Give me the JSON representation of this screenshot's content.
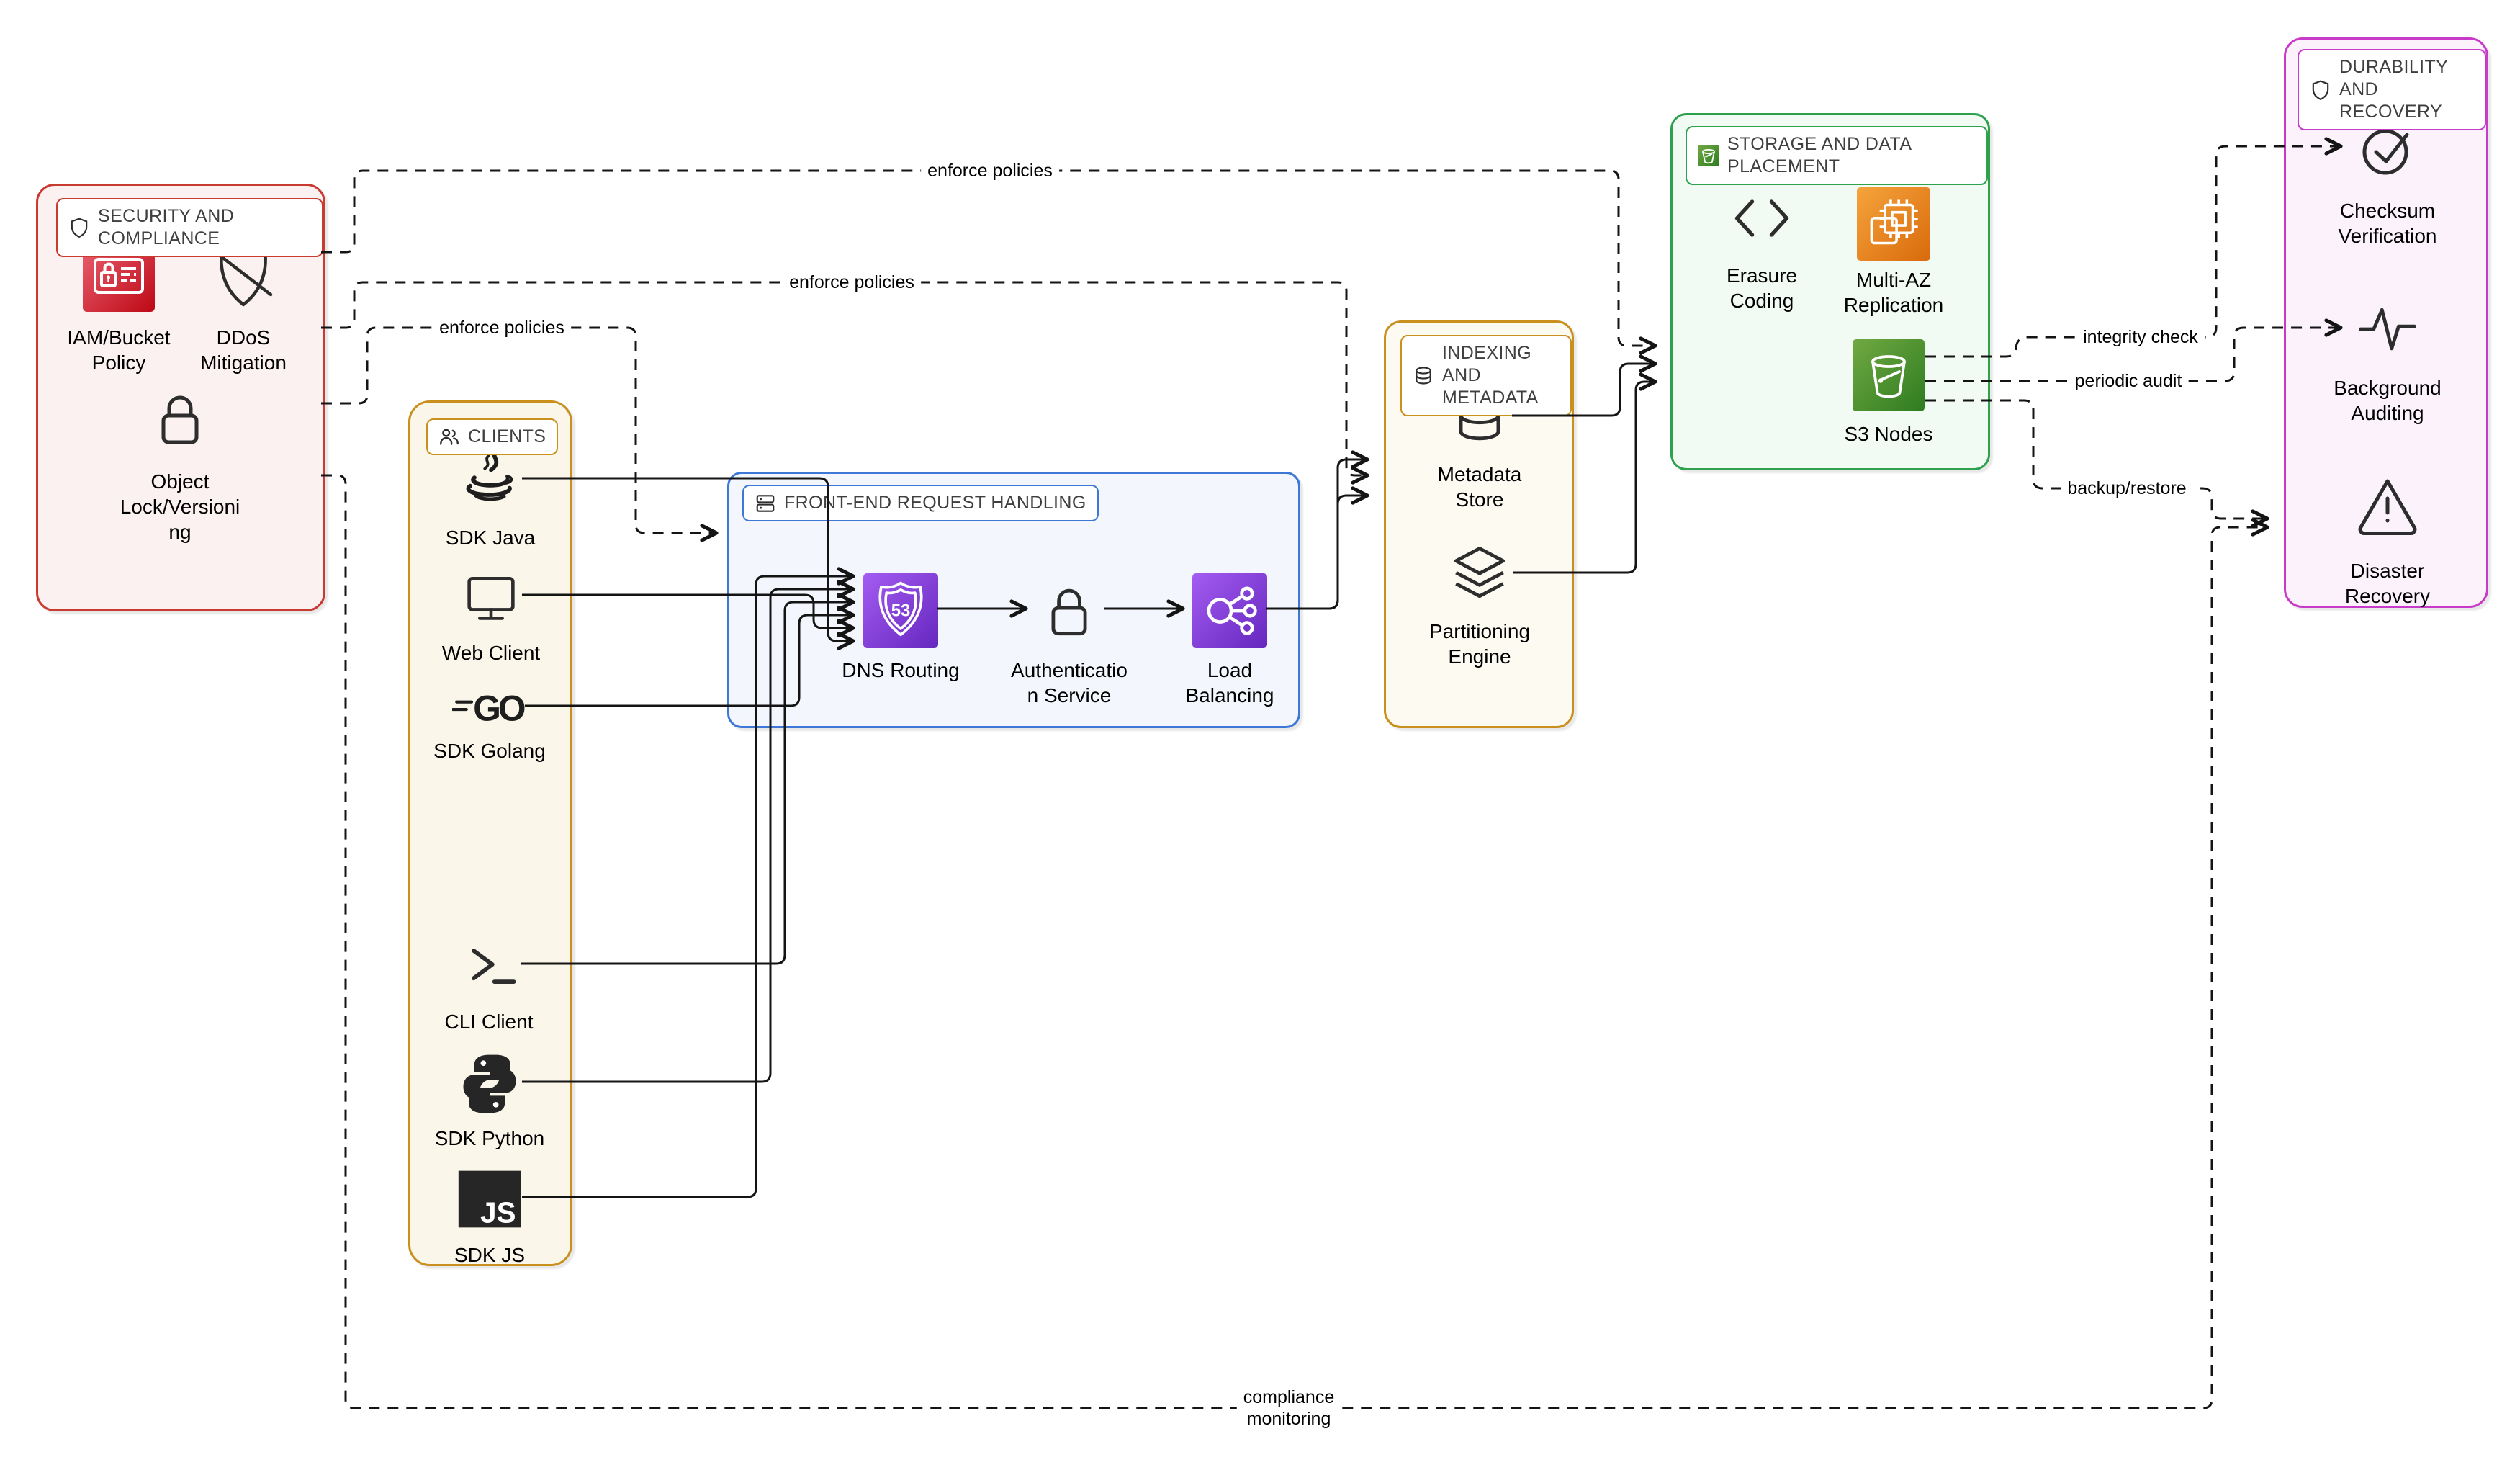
{
  "canvas": {
    "background": "#FFFFFF"
  },
  "groups": [
    {
      "id": "security",
      "title": "SECURITY AND COMPLIANCE",
      "icon": "shield-icon",
      "border_color": "#C93A31",
      "fill_color": "#FBF1F0",
      "items": [
        {
          "id": "iam",
          "label": "IAM/Bucket\nPolicy",
          "icon": "iam-policy-icon"
        },
        {
          "id": "ddos",
          "label": "DDoS\nMitigation",
          "icon": "ddos-shield-icon"
        },
        {
          "id": "objectlock",
          "label": "Object\nLock/Versioni\nng",
          "icon": "lock-icon"
        }
      ]
    },
    {
      "id": "clients",
      "title": "CLIENTS",
      "icon": "users-icon",
      "border_color": "#C9901E",
      "fill_color": "#FBF6EA",
      "items": [
        {
          "id": "java",
          "label": "SDK Java",
          "icon": "java-icon"
        },
        {
          "id": "web",
          "label": "Web Client",
          "icon": "monitor-icon"
        },
        {
          "id": "golang",
          "label": "SDK Golang",
          "icon": "go-icon"
        },
        {
          "id": "cli",
          "label": "CLI Client",
          "icon": "terminal-icon"
        },
        {
          "id": "python",
          "label": "SDK Python",
          "icon": "python-icon"
        },
        {
          "id": "js",
          "label": "SDK JS",
          "icon": "js-icon"
        }
      ]
    },
    {
      "id": "frontend",
      "title": "FRONT-END REQUEST HANDLING",
      "icon": "servers-icon",
      "border_color": "#3D78D7",
      "fill_color": "#F3F6FC",
      "items": [
        {
          "id": "dns",
          "label": "DNS Routing",
          "icon": "route53-icon"
        },
        {
          "id": "auth",
          "label": "Authenticatio\nn Service",
          "icon": "lock-icon"
        },
        {
          "id": "lb",
          "label": "Load\nBalancing",
          "icon": "elb-icon"
        }
      ]
    },
    {
      "id": "indexing",
      "title": "INDEXING AND METADATA",
      "icon": "database-icon",
      "border_color": "#C9901E",
      "fill_color": "#FDFAF2",
      "items": [
        {
          "id": "metadata",
          "label": "Metadata\nStore",
          "icon": "database-cylinder-icon"
        },
        {
          "id": "partitioning",
          "label": "Partitioning\nEngine",
          "icon": "layers-icon"
        }
      ]
    },
    {
      "id": "storage",
      "title": "STORAGE AND DATA PLACEMENT",
      "icon": "s3-bucket-badge-icon",
      "border_color": "#2DA14C",
      "fill_color": "#F1FAF3",
      "items": [
        {
          "id": "erasure",
          "label": "Erasure\nCoding",
          "icon": "code-brackets-icon"
        },
        {
          "id": "multiaz",
          "label": "Multi-AZ\nReplication",
          "icon": "chip-icon"
        },
        {
          "id": "s3nodes",
          "label": "S3 Nodes",
          "icon": "s3-bucket-icon"
        }
      ]
    },
    {
      "id": "durability",
      "title": "DURABILITY AND RECOVERY",
      "icon": "shield-icon",
      "border_color": "#C83BC8",
      "fill_color": "#FBF2FC",
      "items": [
        {
          "id": "checksum",
          "label": "Checksum\nVerification",
          "icon": "check-circle-icon"
        },
        {
          "id": "audit",
          "label": "Background\nAuditing",
          "icon": "pulse-icon"
        },
        {
          "id": "disaster",
          "label": "Disaster\nRecovery",
          "icon": "warning-triangle-icon"
        }
      ]
    }
  ],
  "edge_labels": [
    {
      "id": "enforce-1",
      "text": "enforce policies"
    },
    {
      "id": "enforce-2",
      "text": "enforce policies"
    },
    {
      "id": "enforce-3",
      "text": "enforce policies"
    },
    {
      "id": "integrity",
      "text": "integrity check"
    },
    {
      "id": "periodic",
      "text": "periodic audit"
    },
    {
      "id": "backup",
      "text": "backup/restore"
    },
    {
      "id": "compliance",
      "text": "compliance\nmonitoring"
    }
  ],
  "icon_texts": {
    "route53_badge": "53",
    "golang_logo": "GO",
    "js_logo": "JS"
  },
  "colors": {
    "connector": "#141414",
    "aws_red_gradient": [
      "#EC6372",
      "#BD0816"
    ],
    "aws_purple_gradient": [
      "#A45CF1",
      "#6527BF"
    ],
    "aws_orange_gradient": [
      "#F5A43C",
      "#D96A0C"
    ],
    "aws_green_gradient": [
      "#71A942",
      "#2E7C20"
    ]
  }
}
